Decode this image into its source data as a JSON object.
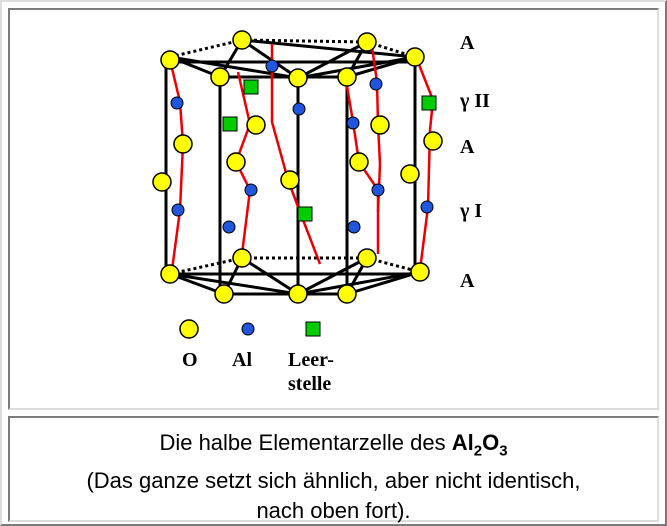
{
  "figure": {
    "layer_labels": [
      "A",
      "γ II",
      "A",
      "γ I",
      "A"
    ],
    "legend": {
      "o_label": "O",
      "al_label": "Al",
      "vacancy_label_line1": "Leer-",
      "vacancy_label_line2": "stelle"
    },
    "colors": {
      "oxygen": "#ffff00",
      "aluminium": "#2255dd",
      "vacancy": "#00cc00",
      "bond": "#ee0000",
      "edge": "#000000"
    }
  },
  "caption": {
    "line1_prefix": "Die halbe Elementarzelle des ",
    "formula_al": "Al",
    "formula_al_sub": "2",
    "formula_o": "O",
    "formula_o_sub": "3",
    "line2": "(Das ganze setzt sich ähnlich, aber nicht identisch,",
    "line3": "nach oben fort)."
  }
}
